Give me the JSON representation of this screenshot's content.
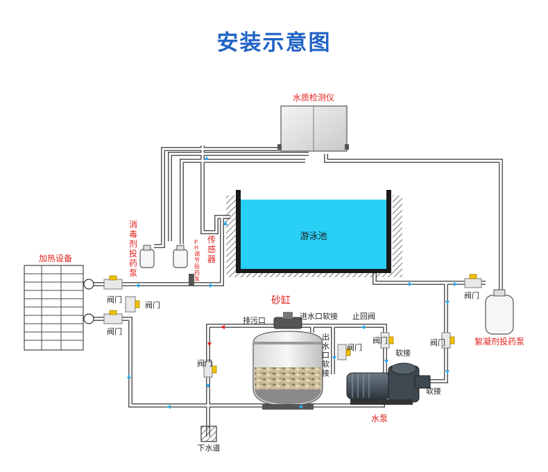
{
  "title": "安装示意图",
  "labels": {
    "water_quality_monitor": "水质检测仪",
    "pool": "游泳池",
    "heating_equipment": "加热设备",
    "disinfectant_pump": [
      "消",
      "毒",
      "剂",
      "投",
      "药",
      "泵"
    ],
    "ph_pump": [
      "P",
      "H",
      "调",
      "节",
      "投",
      "药",
      "泵"
    ],
    "sensor": [
      "传",
      "感",
      "器"
    ],
    "sand_filter": "砂缸",
    "drain_outlet": "排污口",
    "inlet_hose": "进水口软接",
    "check_valve": "止回阀",
    "outlet_hose": [
      "出",
      "水",
      "口",
      "软",
      "接"
    ],
    "valve": "阀门",
    "hose": "软接",
    "flocculant_pump": "絮凝剂投药泵",
    "water_pump": "水泵",
    "sewer": "下水道"
  },
  "colors": {
    "title": "#1f62c4",
    "pool_water": "#29d0f5",
    "label_red": "#e0201c",
    "flow_arrow": "#2fa8e8",
    "valve_handle": "#f2c200"
  }
}
